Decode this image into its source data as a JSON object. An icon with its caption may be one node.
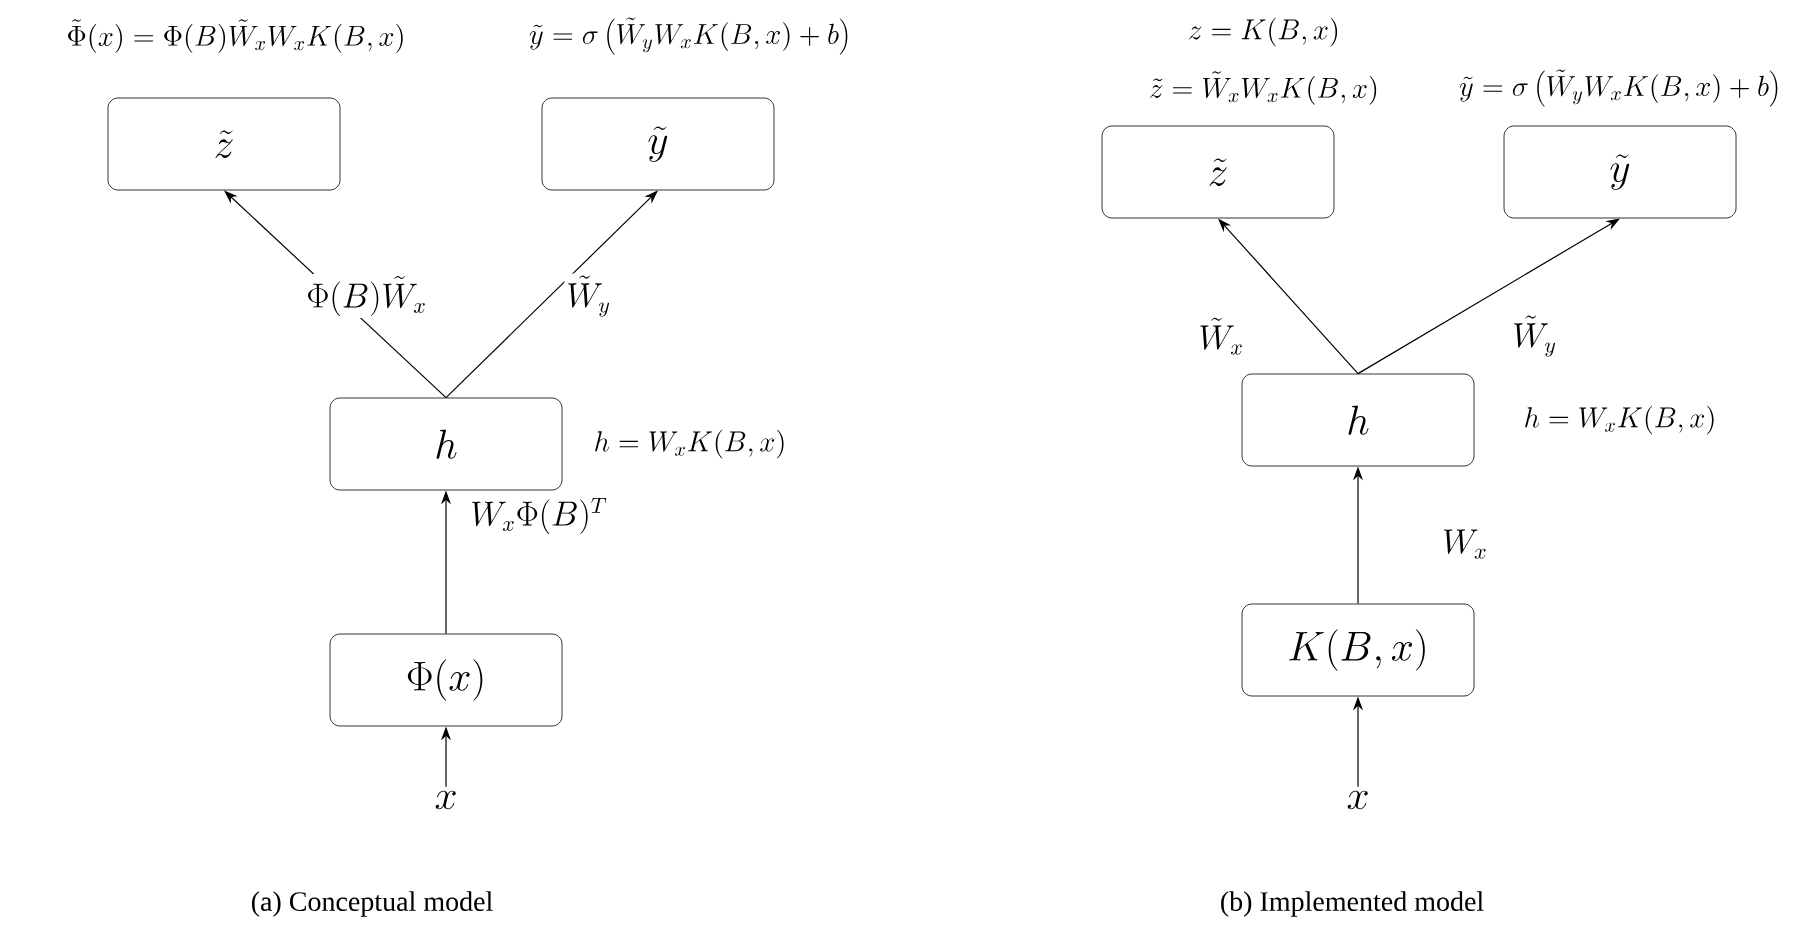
{
  "diagram": {
    "nodes": [
      {
        "text": [
          "\\tilde{z}"
        ],
        "beside": [
          "\\tilde{\\Phi}(x) = \\Phi(B)\\tilde{W}_x W_x K(B,x)"
        ]
      },
      {
        "text": [
          "\\tilde{y}"
        ],
        "beside": [
          "\\tilde{y} = \\sigma\\left(\\tilde{W}_y W_x K(B,x) + b\\right)"
        ]
      },
      {
        "text": [
          "h"
        ],
        "beside": [
          "h = W_x K(B,x)"
        ]
      },
      {
        "text": [
          "\\Phi(x)"
        ]
      },
      {
        "text": [
          "x"
        ]
      },
      {
        "text": [
          "\\tilde{z}"
        ],
        "beside": [
          "z = K(B,x)",
          "\\tilde{z} = \\tilde{W}_x W_x K(B,x)"
        ]
      },
      {
        "text": [
          "\\tilde{y}"
        ],
        "beside": [
          "\\tilde{y} = \\sigma\\left(\\tilde{W}_y W_x K(B,x) + b\\right)"
        ]
      },
      {
        "text": [
          "h"
        ],
        "beside": [
          "h = W_x K(B,x)"
        ]
      },
      {
        "text": [
          "K(B,x)"
        ]
      },
      {
        "text": [
          "x"
        ]
      }
    ],
    "edges": [
      {
        "from": 4,
        "to": 3,
        "arrow": "to"
      },
      {
        "from": 3,
        "to": 2,
        "arrow": "to",
        "label": "W_x\\Phi(B)^T"
      },
      {
        "from": 2,
        "to": 0,
        "arrow": "to",
        "label": "\\Phi(B)\\tilde{W}_x"
      },
      {
        "from": 2,
        "to": 1,
        "arrow": "to",
        "label": "\\tilde{W}_y"
      },
      {
        "from": 9,
        "to": 8,
        "arrow": "to"
      },
      {
        "from": 8,
        "to": 7,
        "arrow": "to",
        "label": "W_x"
      },
      {
        "from": 7,
        "to": 5,
        "arrow": "to",
        "label": "\\tilde{W}_x"
      },
      {
        "from": 7,
        "to": 6,
        "arrow": "to",
        "label": "\\tilde{W}_y"
      }
    ],
    "labels": [
      "(a) Conceptual model",
      "(b) Implemented model"
    ]
  }
}
